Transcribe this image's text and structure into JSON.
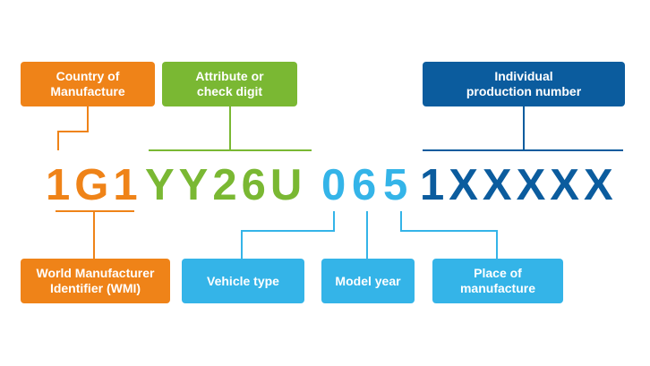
{
  "colors": {
    "orange": "#ef8318",
    "green": "#7ab833",
    "navy": "#0b5c9e",
    "cyan": "#34b4e8"
  },
  "labels": {
    "country": "Country of\nManufacture",
    "attribute": "Attribute or\ncheck digit",
    "individual": "Individual\nproduction number",
    "wmi": "World Manufacturer\nIdentifier (WMI)",
    "vehicle_type": "Vehicle type",
    "model_year": "Model year",
    "place": "Place of\nmanufacture"
  },
  "vin": {
    "wmi": "1G1",
    "attribute": "YY26U",
    "vehicle_type": "0",
    "model_year": "6",
    "place": "5",
    "serial": "1XXXXX"
  }
}
